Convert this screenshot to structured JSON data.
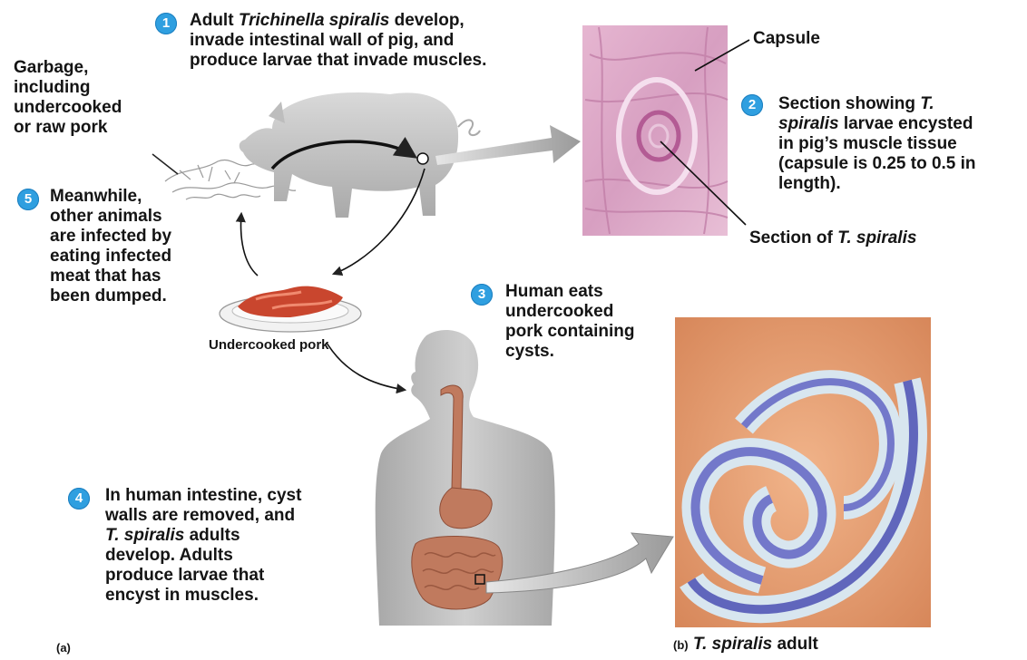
{
  "steps": [
    {
      "num": "1",
      "lines": [
        [
          {
            "t": "Adult "
          },
          {
            "t": "Trichinella spiralis",
            "i": true
          },
          {
            "t": " develop,"
          }
        ],
        [
          {
            "t": "invade intestinal wall of pig, and"
          }
        ],
        [
          {
            "t": "produce larvae that invade muscles."
          }
        ]
      ]
    },
    {
      "num": "2",
      "lines": [
        [
          {
            "t": "Section showing "
          },
          {
            "t": "T.",
            "i": true
          }
        ],
        [
          {
            "t": "spiralis",
            "i": true
          },
          {
            "t": " larvae encysted"
          }
        ],
        [
          {
            "t": "in pig’s muscle tissue"
          }
        ],
        [
          {
            "t": "(capsule is 0.25 to 0.5 in"
          }
        ],
        [
          {
            "t": "length)."
          }
        ]
      ]
    },
    {
      "num": "3",
      "lines": [
        [
          {
            "t": "Human eats"
          }
        ],
        [
          {
            "t": "undercooked"
          }
        ],
        [
          {
            "t": "pork containing"
          }
        ],
        [
          {
            "t": "cysts."
          }
        ]
      ]
    },
    {
      "num": "4",
      "lines": [
        [
          {
            "t": "In human intestine, cyst"
          }
        ],
        [
          {
            "t": "walls are removed, and"
          }
        ],
        [
          {
            "t": "T. spiralis",
            "i": true
          },
          {
            "t": " adults"
          }
        ],
        [
          {
            "t": "develop. Adults"
          }
        ],
        [
          {
            "t": "produce larvae that"
          }
        ],
        [
          {
            "t": "encyst in muscles."
          }
        ]
      ]
    },
    {
      "num": "5",
      "lines": [
        [
          {
            "t": "Meanwhile,"
          }
        ],
        [
          {
            "t": "other animals"
          }
        ],
        [
          {
            "t": "are infected by"
          }
        ],
        [
          {
            "t": "eating infected"
          }
        ],
        [
          {
            "t": "meat that has"
          }
        ],
        [
          {
            "t": "been dumped."
          }
        ]
      ]
    }
  ],
  "garbage_label": [
    "Garbage,",
    "including",
    "undercooked",
    "or raw pork"
  ],
  "capsule_label": "Capsule",
  "section_label_prefix": "Section of ",
  "section_label_italic": "T. spiralis",
  "pork_label": "Undercooked pork",
  "panel_a": "(a)",
  "panel_b": "(b)",
  "panel_b_italic": "T. spiralis",
  "panel_b_rest": " adult",
  "colors": {
    "badge": "#2f9fe0",
    "pig": "#c8c8c8",
    "human": "#b9b9b9",
    "gut": "#c07a5e",
    "muscle_section": "#dca7c8",
    "micrograph_bg": "#e59a6c",
    "worm": "#5a5cc0"
  }
}
